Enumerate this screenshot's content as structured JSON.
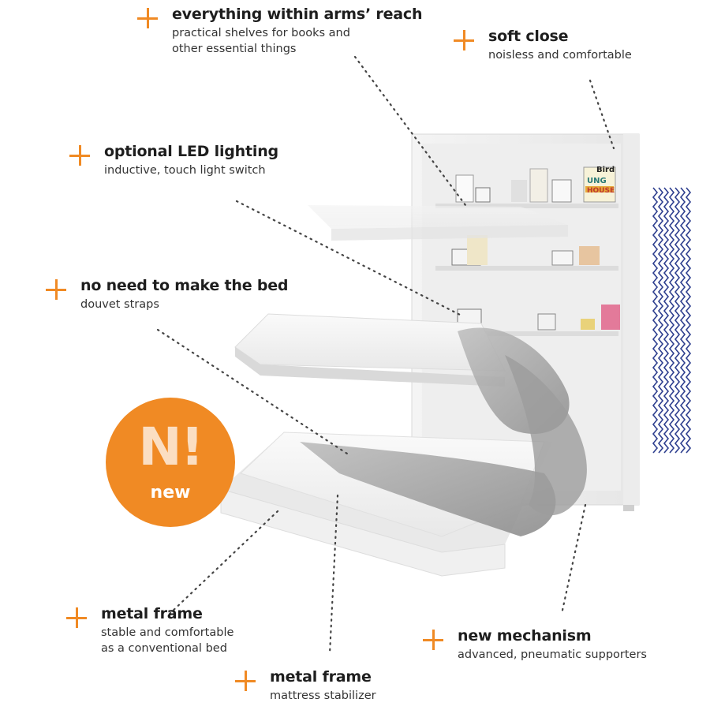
{
  "features": [
    {
      "title": "everything within arms’ reach",
      "description": [
        "practical shelves for books and",
        "other essential things"
      ]
    },
    {
      "title": "soft close",
      "description": [
        "noisless and comfortable"
      ]
    },
    {
      "title": "optional LED lighting",
      "description": [
        "inductive, touch light switch"
      ]
    },
    {
      "title": "no need to make the bed",
      "description": [
        "douvet straps"
      ]
    },
    {
      "title": "metal frame",
      "description": [
        "stable and comfortable",
        "as a conventional bed"
      ]
    },
    {
      "title": "new mechanism",
      "description": [
        "advanced, pneumatic supporters"
      ]
    },
    {
      "title": "metal frame",
      "description": [
        "mattress stabilizer"
      ]
    }
  ],
  "badge": {
    "logo": "N!",
    "label": "new"
  },
  "shelf_book": {
    "line1": "Bird",
    "line2": "UNG",
    "line3": "HOUSE"
  },
  "colors": {
    "accent": "#f08a24",
    "zigzag": "#2e3f8f",
    "text": "#1e1e1e",
    "background": "#ffffff"
  },
  "icons": [
    "plus-icon"
  ]
}
